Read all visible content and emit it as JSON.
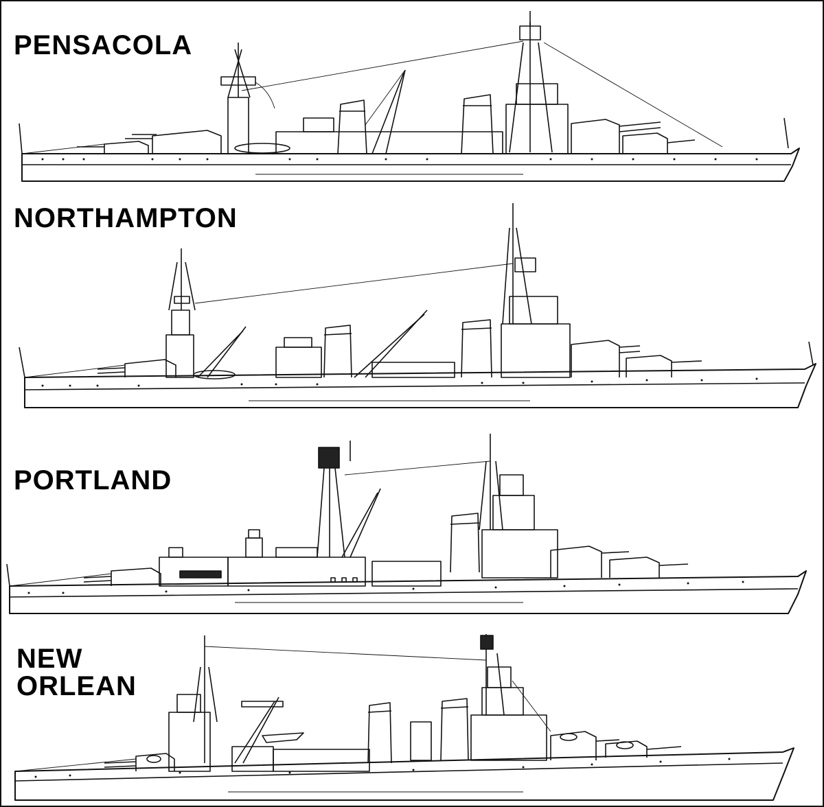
{
  "ships": [
    {
      "key": "pensacola",
      "title": "PENSACOLA"
    },
    {
      "key": "northampton",
      "title": "NORTHAMPTON"
    },
    {
      "key": "portland",
      "title": "PORTLAND"
    },
    {
      "key": "new_orleans",
      "title": "NEW\nORLEAN"
    }
  ]
}
